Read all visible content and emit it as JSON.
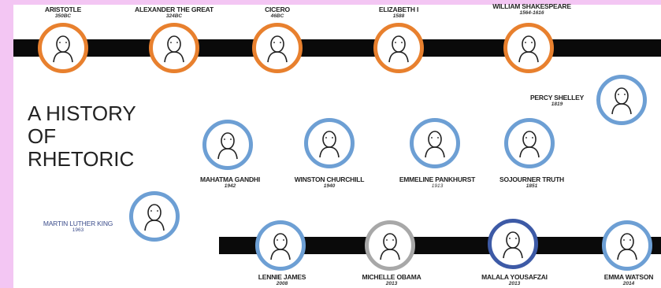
{
  "title": [
    "A HISTORY",
    "OF",
    "RHETORIC"
  ],
  "figures": {
    "aristotle": {
      "name": "ARISTOTLE",
      "year": "350BC"
    },
    "alexander": {
      "name": "ALEXANDER THE GREAT",
      "year": "324BC"
    },
    "cicero": {
      "name": "CICERO",
      "year": "46BC"
    },
    "elizabeth": {
      "name": "ELIZABETH I",
      "year": "1588"
    },
    "shakespeare": {
      "name": "WILLIAM SHAKESPEARE",
      "year": "1564-1616"
    },
    "shelley": {
      "name": "PERCY SHELLEY",
      "year": "1819"
    },
    "gandhi": {
      "name": "MAHATMA GANDHI",
      "year": "1942"
    },
    "churchill": {
      "name": "WINSTON CHURCHILL",
      "year": "1940"
    },
    "pankhurst": {
      "name": "EMMELINE PANKHURST",
      "year": "1913"
    },
    "truth": {
      "name": "SOJOURNER TRUTH",
      "year": "1851"
    },
    "king": {
      "name": "MARTIN LUTHER KING",
      "year": "1963"
    },
    "james": {
      "name": "LENNIE JAMES",
      "year": "2008"
    },
    "obama": {
      "name": "MICHELLE OBAMA",
      "year": "2013"
    },
    "malala": {
      "name": "MALALA YOUSAFZAI",
      "year": "2013"
    },
    "watson": {
      "name": "EMMA WATSON",
      "year": "2014"
    }
  },
  "colors": {
    "frame": "#f3c6f3",
    "band": "#0a0a0a",
    "orange_ring": "#e8802e",
    "blue_ring": "#6d9fd4",
    "gray_ring": "#a8a8a8",
    "navy_ring": "#3d5aa6"
  }
}
